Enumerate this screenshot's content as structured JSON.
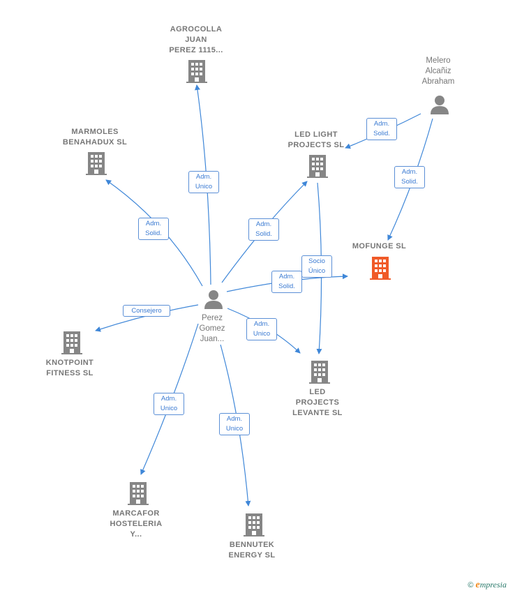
{
  "colors": {
    "edge": "#3f87d8",
    "node_gray": "#868686",
    "focus": "#f05a28"
  },
  "nodes": {
    "agrocolla": "AGROCOLLA\nJUAN\nPEREZ 1115...",
    "marmoles": "MARMOLES\nBENAHADUX SL",
    "led_light": "LED LIGHT\nPROJECTS SL",
    "melero": "Melero\nAlcañiz\nAbraham",
    "mofunge": "MOFUNGE  SL",
    "perez": "Perez\nGomez\nJuan...",
    "knotpoint": "KNOTPOINT\nFITNESS  SL",
    "led_levante": "LED\nPROJECTS\nLEVANTE  SL",
    "marcafor": "MARCAFOR\nHOSTELERIA\nY...",
    "bennutek": "BENNUTEK\nENERGY SL"
  },
  "edges": {
    "perez_agrocolla": "Adm.\nUnico",
    "perez_marmoles": "Adm.\nSolid.",
    "perez_led_light": "Adm.\nSolid.",
    "perez_mofunge": "Adm.\nSolid.",
    "led_light_levante": "Socio\nÚnico",
    "perez_led_levante": "Adm.\nUnico",
    "perez_knotpoint": "Consejero",
    "perez_marcafor": "Adm.\nUnico",
    "perez_bennutek": "Adm.\nUnico",
    "melero_led_light": "Adm.\nSolid.",
    "melero_mofunge": "Adm.\nSolid."
  },
  "footer": {
    "copyright": "©",
    "brand_initial": "e",
    "brand_rest": "mpresia"
  }
}
